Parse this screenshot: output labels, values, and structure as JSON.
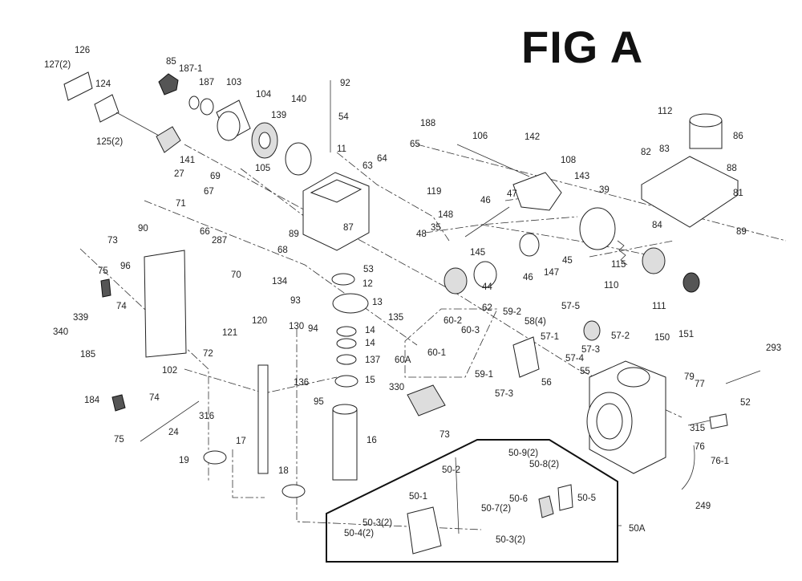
{
  "title": "FIG A",
  "labels": [
    "126",
    "127(2)",
    "124",
    "125(2)",
    "85",
    "187-1",
    "187",
    "103",
    "104",
    "139",
    "140",
    "105",
    "92",
    "54",
    "141",
    "27",
    "11",
    "188",
    "106",
    "142",
    "65",
    "64",
    "63",
    "119",
    "108",
    "143",
    "112",
    "86",
    "82",
    "83",
    "88",
    "69",
    "67",
    "71",
    "66",
    "287",
    "90",
    "68",
    "89",
    "87",
    "47",
    "46",
    "148",
    "35",
    "48",
    "39",
    "81",
    "84",
    "89",
    "73",
    "75",
    "96",
    "70",
    "53",
    "12",
    "145",
    "147",
    "45",
    "115",
    "46",
    "110",
    "62",
    "44",
    "111",
    "57-5",
    "74",
    "72",
    "134",
    "93",
    "13",
    "135",
    "121",
    "120",
    "59-2",
    "58(4)",
    "57-1",
    "57-2",
    "339",
    "60-2",
    "60-3",
    "57-4",
    "150",
    "151",
    "293",
    "340",
    "94",
    "14",
    "14",
    "60-1",
    "57-3",
    "185",
    "102",
    "130",
    "137",
    "60A",
    "59-1",
    "56",
    "55",
    "79",
    "184",
    "74",
    "136",
    "15",
    "57-3",
    "77",
    "52",
    "316",
    "330",
    "95",
    "315",
    "75",
    "24",
    "17",
    "16",
    "73",
    "76",
    "50-9(2)",
    "50-8(2)",
    "50-2",
    "76-1",
    "19",
    "18",
    "50-1",
    "50-6",
    "50-5",
    "50-7(2)",
    "249",
    "50-3(2)",
    "50A",
    "50-4(2)",
    "50-3(2)"
  ],
  "icons": [
    "exploded-parts-diagram"
  ]
}
